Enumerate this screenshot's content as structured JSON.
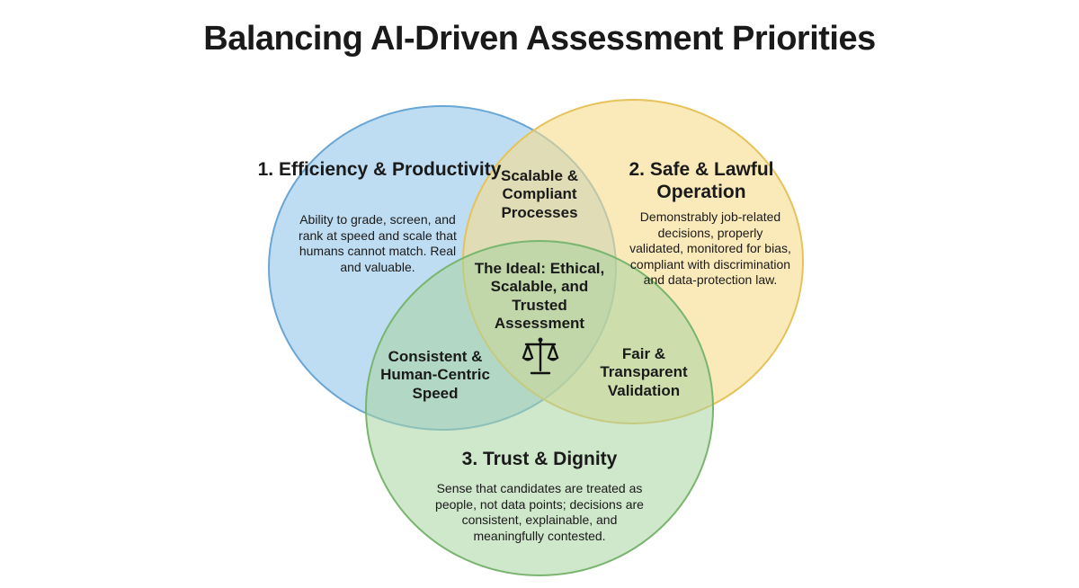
{
  "title": "Balancing AI-Driven Assessment Priorities",
  "colors": {
    "blue": "#a9d2ee",
    "yellow": "#f6dc8c",
    "green": "#a8d3a0",
    "blue_stroke": "#6aa6d3",
    "yellow_stroke": "#e6c25a",
    "green_stroke": "#79b56e"
  },
  "circles": [
    {
      "heading": "1. Efficiency & Productivity",
      "body": "Ability to grade, screen, and rank at speed and scale that humans cannot match. Real and valuable."
    },
    {
      "heading": "2. Safe & Lawful Operation",
      "body": "Demonstrably job-related decisions, properly validated, monitored for bias, compliant with discrimination and data-protection law."
    },
    {
      "heading": "3. Trust & Dignity",
      "body": "Sense that candidates are treated as people, not data points; decisions are consistent, explainable, and meaningfully contested."
    }
  ],
  "overlaps": {
    "blue_yellow": "Scalable & Compliant Processes",
    "blue_green": "Consistent & Human-Centric Speed",
    "yellow_green": "Fair & Transparent Validation",
    "center": "The Ideal: Ethical, Scalable, and Trusted Assessment",
    "center_icon": "balance-scale-icon"
  }
}
